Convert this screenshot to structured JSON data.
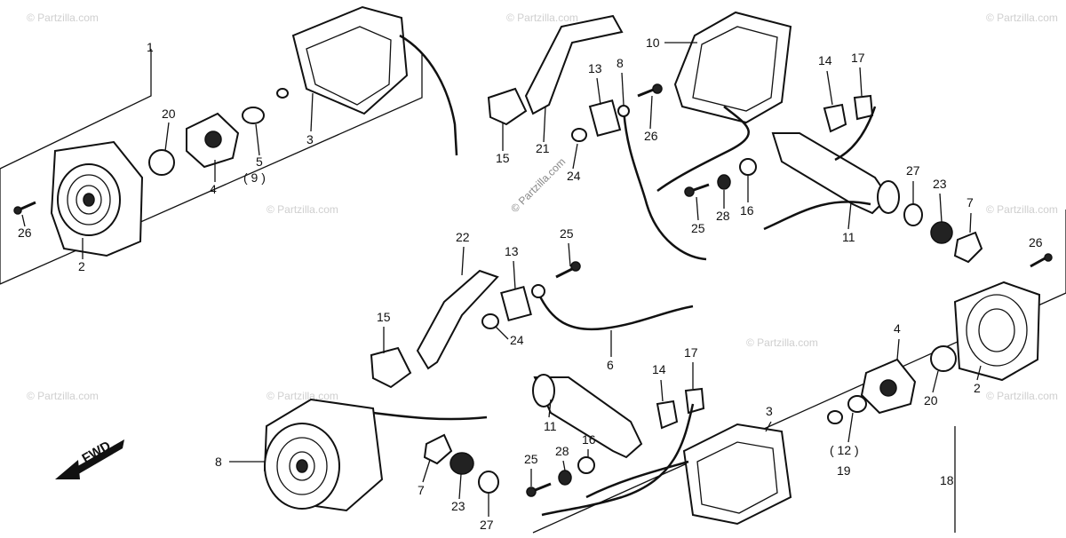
{
  "diagram": {
    "watermarks": [
      "© Partzilla.com"
    ],
    "center_watermark": "© Partzilla.com",
    "direction_label": "FWD",
    "callouts": [
      {
        "id": "c1",
        "text": "1"
      },
      {
        "id": "c2",
        "text": "20"
      },
      {
        "id": "c3",
        "text": "4"
      },
      {
        "id": "c4",
        "text": "5"
      },
      {
        "id": "c5",
        "text": "( 9 )"
      },
      {
        "id": "c6",
        "text": "3"
      },
      {
        "id": "c7",
        "text": "26"
      },
      {
        "id": "c8",
        "text": "2"
      },
      {
        "id": "c9",
        "text": "15"
      },
      {
        "id": "c10",
        "text": "21"
      },
      {
        "id": "c11",
        "text": "13"
      },
      {
        "id": "c12",
        "text": "8"
      },
      {
        "id": "c13",
        "text": "24"
      },
      {
        "id": "c14",
        "text": "26"
      },
      {
        "id": "c15",
        "text": "10"
      },
      {
        "id": "c16",
        "text": "14"
      },
      {
        "id": "c17",
        "text": "17"
      },
      {
        "id": "c18",
        "text": "25"
      },
      {
        "id": "c19",
        "text": "28"
      },
      {
        "id": "c20",
        "text": "16"
      },
      {
        "id": "c21",
        "text": "11"
      },
      {
        "id": "c22",
        "text": "27"
      },
      {
        "id": "c23",
        "text": "23"
      },
      {
        "id": "c24",
        "text": "7"
      },
      {
        "id": "c25",
        "text": "26"
      },
      {
        "id": "c26",
        "text": "22"
      },
      {
        "id": "c27",
        "text": "13"
      },
      {
        "id": "c28",
        "text": "25"
      },
      {
        "id": "c29",
        "text": "15"
      },
      {
        "id": "c30",
        "text": "24"
      },
      {
        "id": "c31",
        "text": "6"
      },
      {
        "id": "c32",
        "text": "14"
      },
      {
        "id": "c33",
        "text": "17"
      },
      {
        "id": "c34",
        "text": "11"
      },
      {
        "id": "c35",
        "text": "8"
      },
      {
        "id": "c36",
        "text": "7"
      },
      {
        "id": "c37",
        "text": "23"
      },
      {
        "id": "c38",
        "text": "27"
      },
      {
        "id": "c39",
        "text": "25"
      },
      {
        "id": "c40",
        "text": "28"
      },
      {
        "id": "c41",
        "text": "16"
      },
      {
        "id": "c42",
        "text": "3"
      },
      {
        "id": "c43",
        "text": "4"
      },
      {
        "id": "c44",
        "text": "20"
      },
      {
        "id": "c45",
        "text": "2"
      },
      {
        "id": "c46",
        "text": "( 12 )"
      },
      {
        "id": "c47",
        "text": "19"
      },
      {
        "id": "c48",
        "text": "18"
      }
    ]
  }
}
